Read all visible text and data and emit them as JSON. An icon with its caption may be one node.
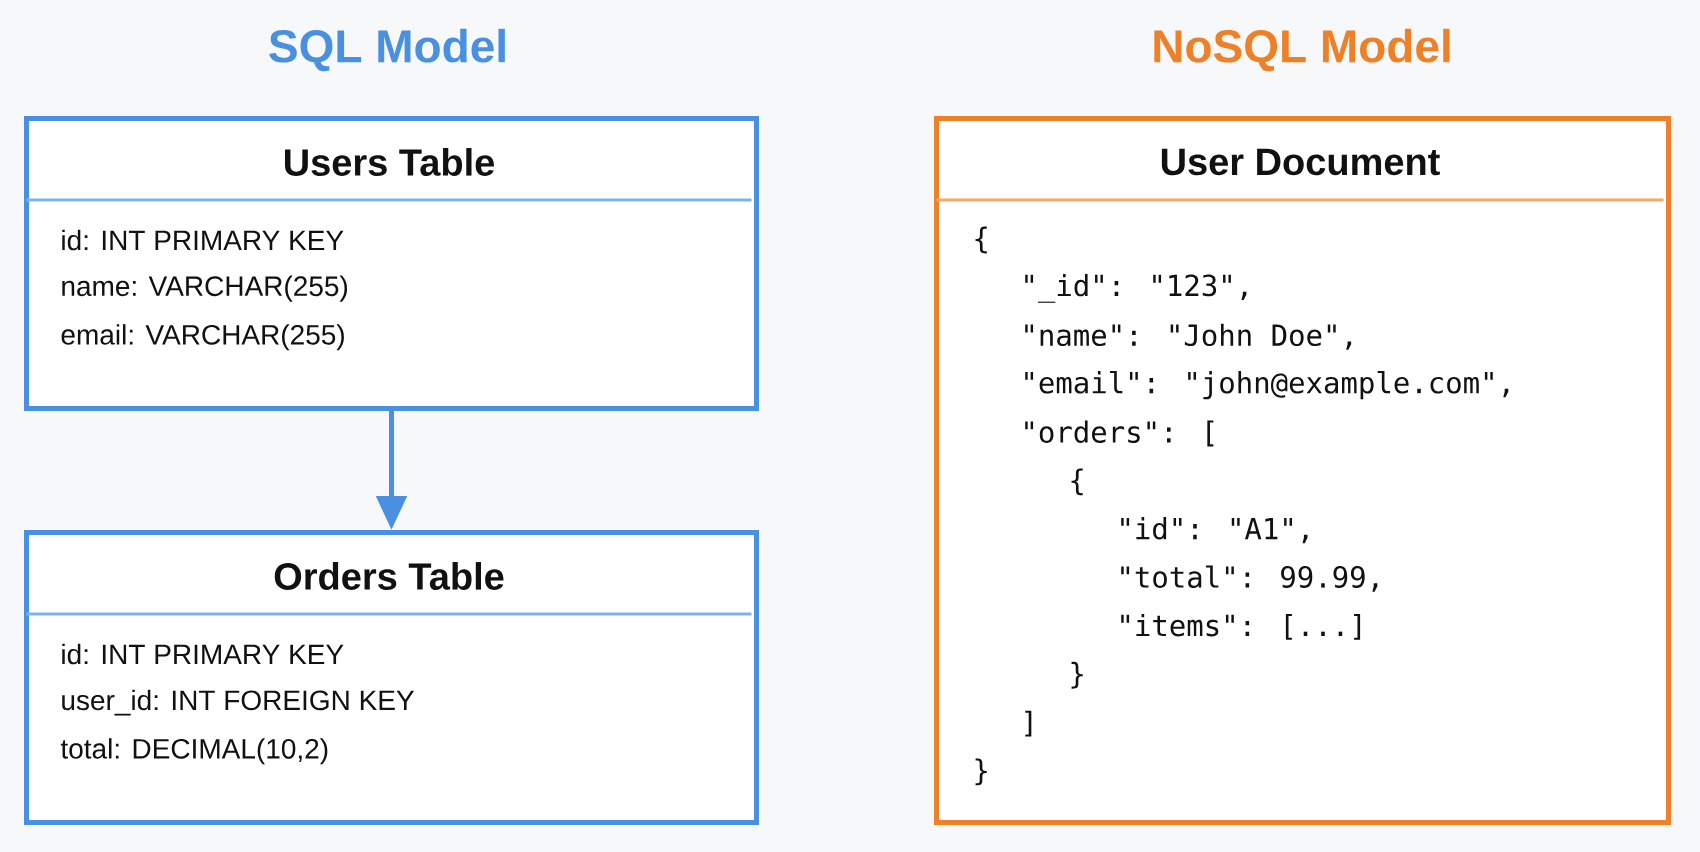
{
  "diagram": {
    "nodes": [
      {
        "text": [
          "Users Table",
          "id: INT PRIMARY KEY",
          "name: VARCHAR(255)",
          "email: VARCHAR(255)"
        ]
      },
      {
        "text": [
          "Orders Table",
          "id: INT PRIMARY KEY",
          "user_id: INT FOREIGN KEY",
          "total: DECIMAL(10,2)"
        ]
      },
      {
        "text": [
          "User Document",
          "{",
          "\"_id\": \"123\",",
          "\"name\": \"John Doe\",",
          "\"email\": \"john@example.com\",",
          "\"orders\": [",
          "{",
          "\"id\": \"A1\",",
          "\"total\": 99.99,",
          "\"items\": [...]",
          "}",
          "]",
          "}"
        ]
      }
    ],
    "edges": [
      {
        "from": 0,
        "to": 1,
        "arrow": "to"
      }
    ],
    "labels": [
      "SQL Model",
      "NoSQL Model"
    ]
  }
}
